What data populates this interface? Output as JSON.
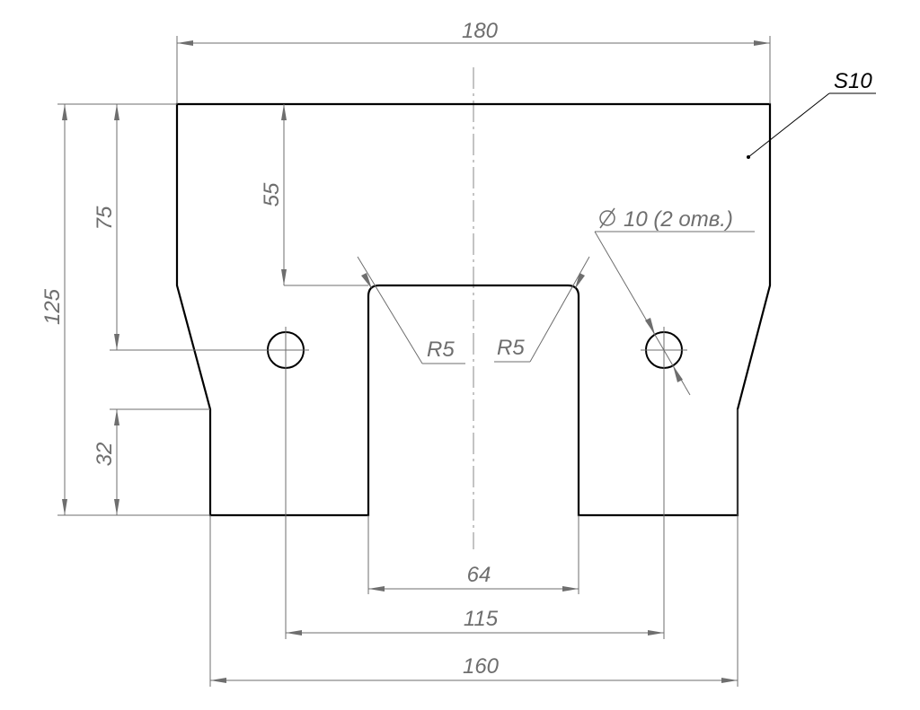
{
  "drawing": {
    "thickness_label": "S10",
    "dimensions": {
      "overall_width": "180",
      "overall_height": "125",
      "hole_height": "75",
      "slot_depth": "55",
      "leg_height": "32",
      "slot_width": "64",
      "hole_spacing": "115",
      "bottom_width": "160",
      "radius_left": "R5",
      "radius_right": "R5",
      "hole_callout": "10 (2 отв.)"
    },
    "colors": {
      "part_outline": "#000000",
      "dimension_lines": "#6e6e6e"
    }
  }
}
